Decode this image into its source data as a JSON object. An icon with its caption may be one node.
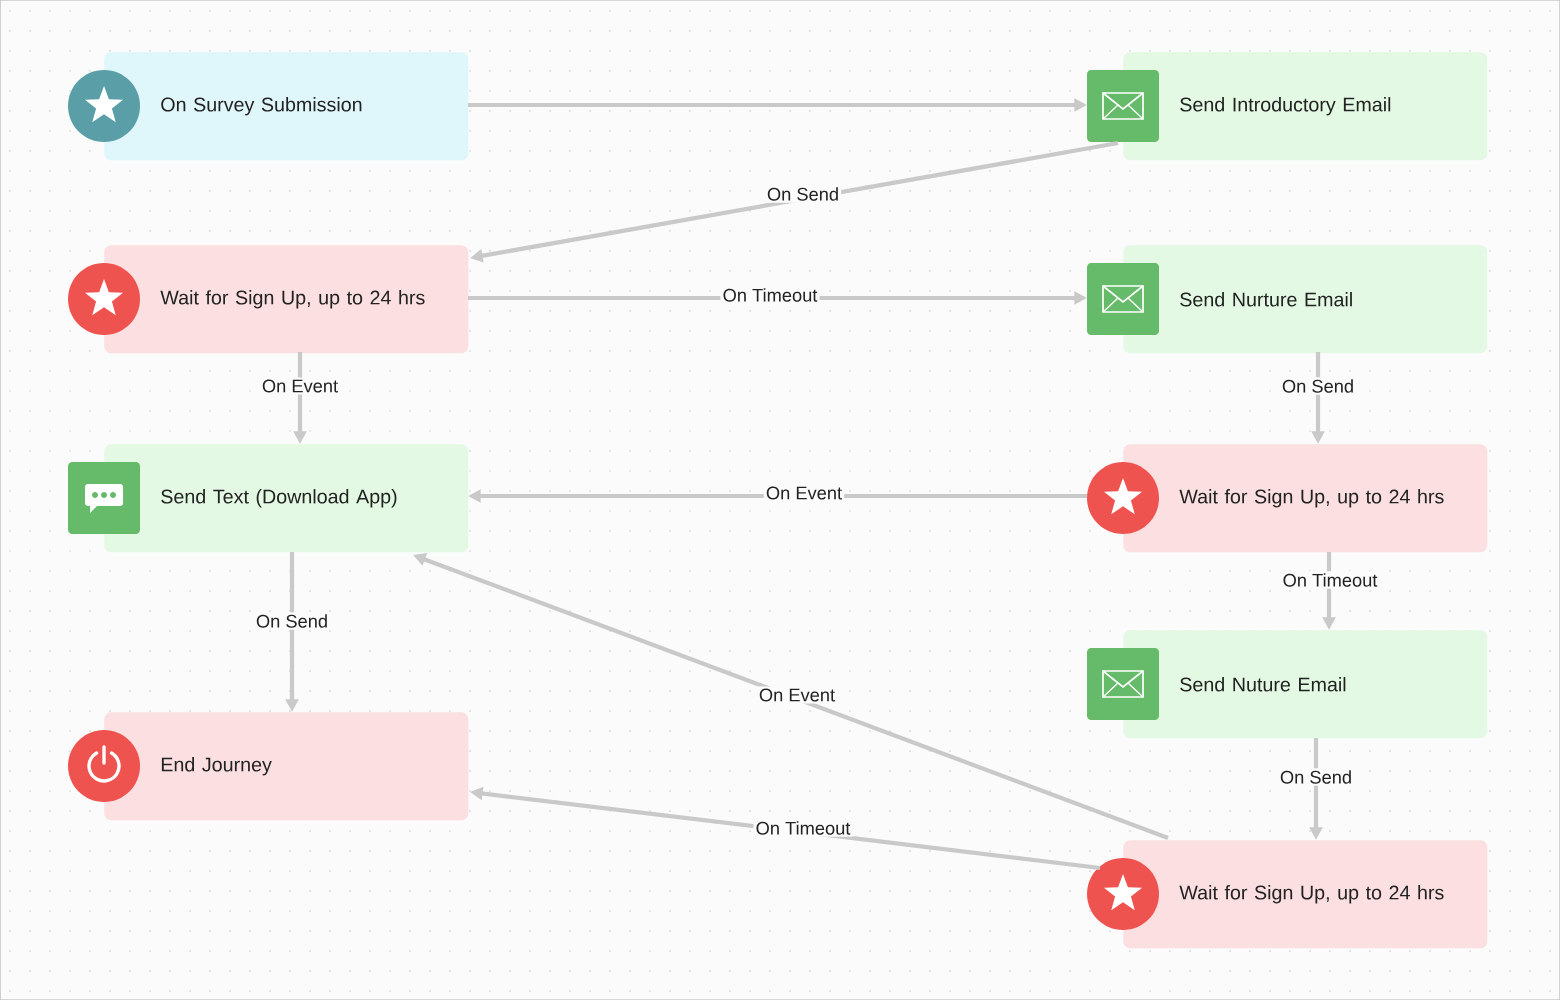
{
  "diagram": {
    "nodes": [
      {
        "text": [
          "On Survey Submission"
        ]
      },
      {
        "text": [
          "Send Introductory Email"
        ]
      },
      {
        "text": [
          "Wait for Sign Up, up to 24 hrs"
        ]
      },
      {
        "text": [
          "Send Nurture Email"
        ]
      },
      {
        "text": [
          "Send Text (Download App)"
        ]
      },
      {
        "text": [
          "Wait for Sign Up, up to 24 hrs"
        ]
      },
      {
        "text": [
          "Send Nuture Email"
        ]
      },
      {
        "text": [
          "End Journey"
        ]
      },
      {
        "text": [
          "Wait for Sign Up, up to 24 hrs"
        ]
      }
    ],
    "edges": [
      {
        "from": 0,
        "to": 1,
        "arrow": "to"
      },
      {
        "from": 1,
        "to": 2,
        "arrow": "to",
        "label": "On Send"
      },
      {
        "from": 2,
        "to": 3,
        "arrow": "to",
        "label": "On Timeout"
      },
      {
        "from": 2,
        "to": 4,
        "arrow": "to",
        "label": "On Event"
      },
      {
        "from": 3,
        "to": 5,
        "arrow": "to",
        "label": "On Send"
      },
      {
        "from": 5,
        "to": 4,
        "arrow": "to",
        "label": "On Event"
      },
      {
        "from": 5,
        "to": 6,
        "arrow": "to",
        "label": "On Timeout"
      },
      {
        "from": 4,
        "to": 7,
        "arrow": "to",
        "label": "On Send"
      },
      {
        "from": 6,
        "to": 8,
        "arrow": "to",
        "label": "On Send"
      },
      {
        "from": 8,
        "to": 4,
        "arrow": "to",
        "label": "On Event"
      },
      {
        "from": 8,
        "to": 7,
        "arrow": "to",
        "label": "On Timeout"
      }
    ]
  }
}
